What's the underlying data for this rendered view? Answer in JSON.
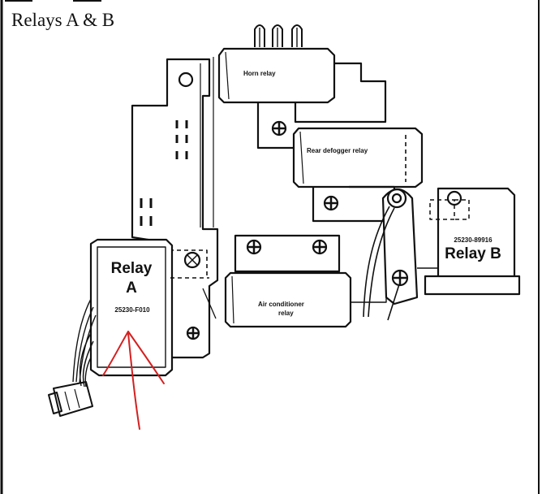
{
  "title": "Relays A & B",
  "labels": {
    "horn_relay": "Horn relay",
    "rear_defogger_relay": "Rear defogger relay",
    "air_conditioner_relay_line1": "Air conditioner",
    "air_conditioner_relay_line2": "relay",
    "relay_a_line1": "Relay",
    "relay_a_line2": "A",
    "relay_a_part": "25230-F010",
    "relay_b_part": "25230-89916",
    "relay_b": "Relay B"
  },
  "colors": {
    "line": "#111111",
    "annotation": "#d42020"
  }
}
